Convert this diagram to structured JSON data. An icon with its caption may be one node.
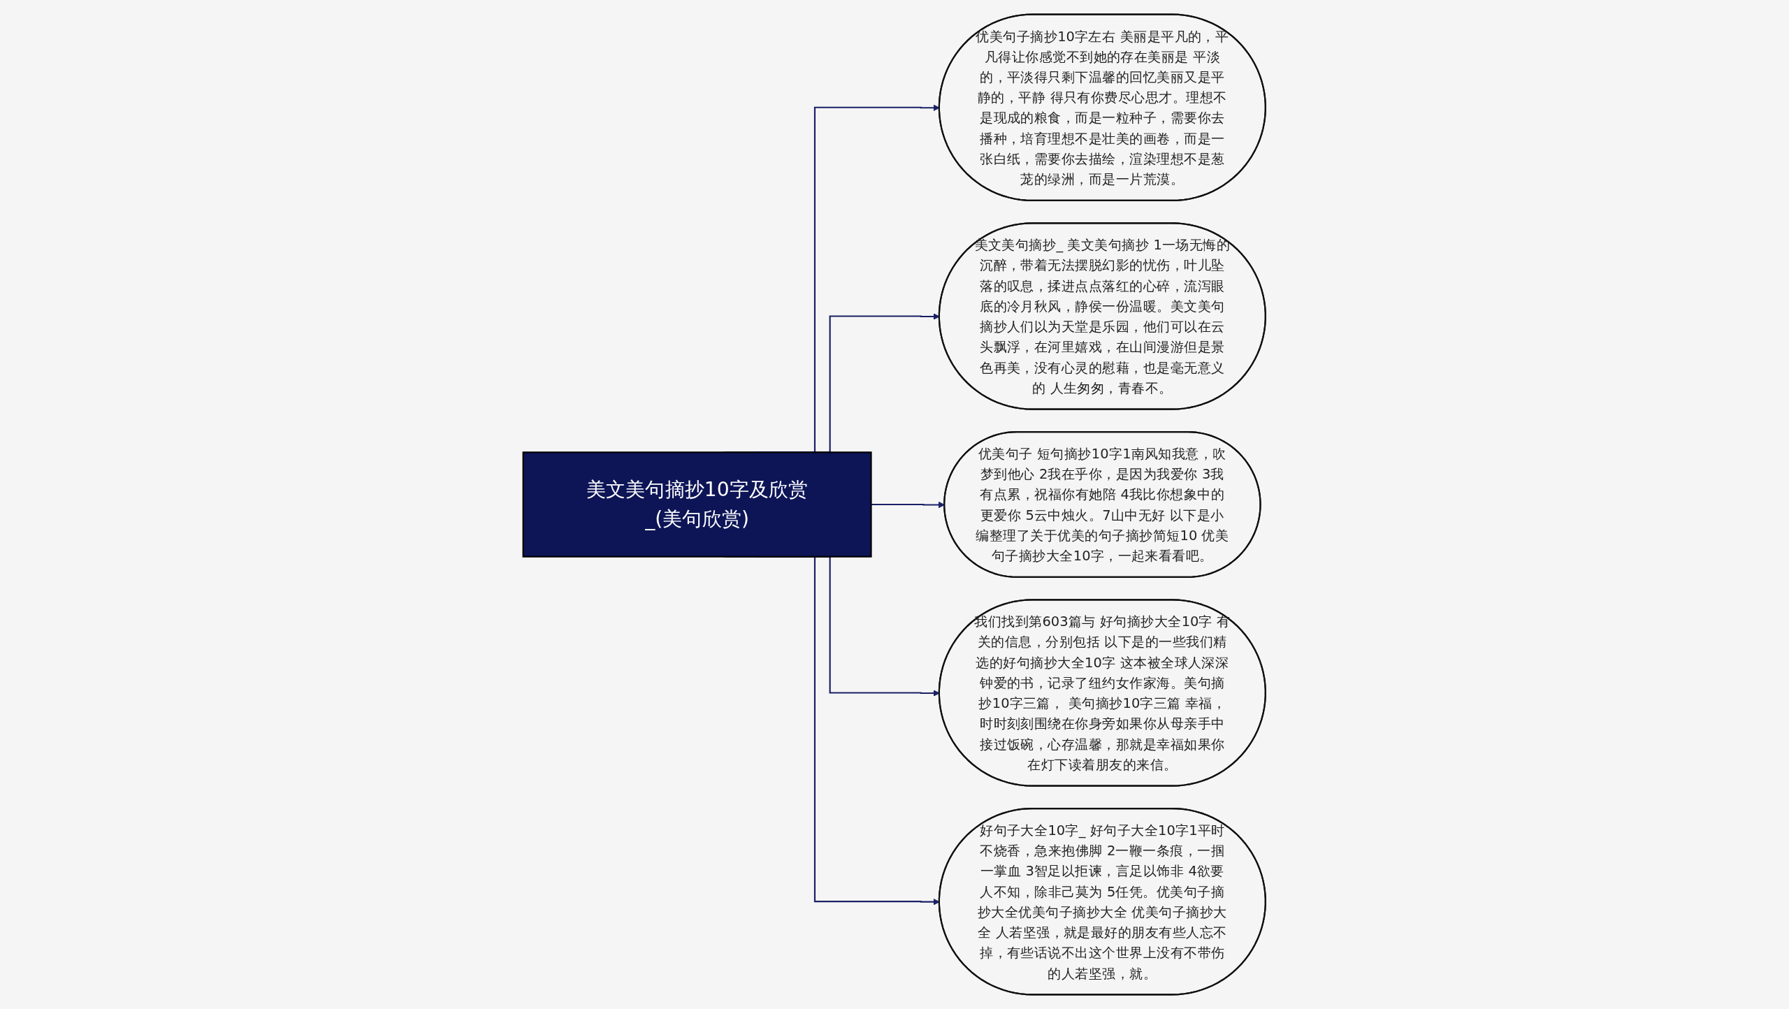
{
  "diagram": {
    "nodes": [
      {
        "text": [
          "美文美句摘抄10字及欣赏_(美句欣赏)"
        ]
      },
      {
        "text": [
          "优美句子摘抄10字左右 美丽是平凡的，平凡得让你感觉不到她的存在美丽是 平淡的，平淡得只剩下温馨的回忆美丽又是平静的，平静 得只有你费尽心思才。理想不是现成的粮食，而是一粒种子，需要你去播种，培育理想不是壮美的画卷，而是一张白纸，需要你去描绘，渲染理想不是葱茏的绿洲，而是一片荒漠。"
        ]
      },
      {
        "text": [
          "美文美句摘抄_ 美文美句摘抄 1一场无悔的沉醉，带着无法摆脱幻影的忧伤，叶儿坠落的叹息，揉进点点落红的心碎，流泻眼底的冷月秋风，静侯一份温暖。美文美句摘抄人们以为天堂是乐园，他们可以在云头飘浮，在河里嬉戏，在山间漫游但是景色再美，没有心灵的慰藉，也是毫无意义的 人生匆匆，青春不。"
        ]
      },
      {
        "text": [
          "优美句子 短句摘抄10字1南风知我意，吹梦到他心 2我在乎你，是因为我爱你 3我有点累，祝福你有她陪 4我比你想象中的更爱你 5云中烛火。7山中无好 以下是小编整理了关于优美的句子摘抄简短10 优美句子摘抄大全10字，一起来看看吧。"
        ]
      },
      {
        "text": [
          "我们找到第603篇与 好句摘抄大全10字 有关的信息，分别包括 以下是的一些我们精选的好句摘抄大全10字 这本被全球人深深钟爱的书，记录了纽约女作家海。美句摘抄10字三篇， 美句摘抄10字三篇 幸福，时时刻刻围绕在你身旁如果你从母亲手中接过饭碗，心存温馨，那就是幸福如果你在灯下读着朋友的来信。"
        ]
      },
      {
        "text": [
          "好句子大全10字_ 好句子大全10字1平时不烧香，急来抱佛脚 2一鞭一条痕，一掴一掌血 3智足以拒谏，言足以饰非 4欲要人不知，除非己莫为 5任凭。优美句子摘抄大全优美句子摘抄大全 优美句子摘抄大全 人若坚强，就是最好的朋友有些人忘不掉，有些话说不出这个世界上没有不带伤的人若坚强，就。"
        ]
      }
    ],
    "edges": [
      {
        "from": 0,
        "to": 1,
        "arrow": "to"
      },
      {
        "from": 0,
        "to": 2,
        "arrow": "to"
      },
      {
        "from": 0,
        "to": 3,
        "arrow": "to"
      },
      {
        "from": 0,
        "to": 4,
        "arrow": "to"
      },
      {
        "from": 0,
        "to": 5,
        "arrow": "to"
      }
    ]
  }
}
